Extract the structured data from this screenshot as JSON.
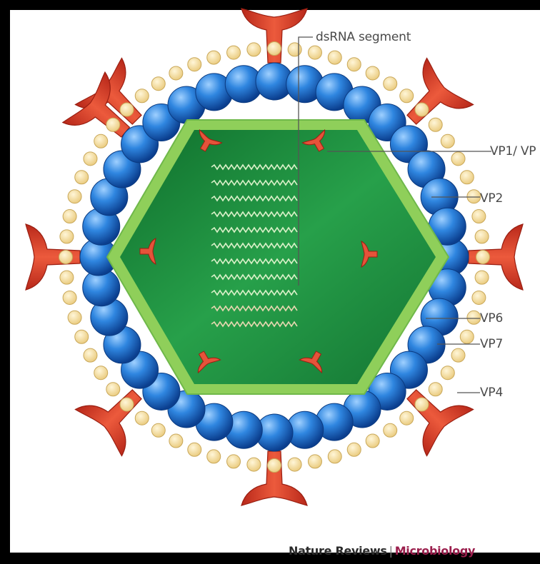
{
  "labels": {
    "dsrna": "dsRNA segment",
    "vp1": "VP1/ VP",
    "vp2": "VP2",
    "vp6": "VP6",
    "vp7": "VP7",
    "vp4": "VP4"
  },
  "credit": {
    "publisher": "Nature Reviews",
    "separator": "|",
    "journal": "Microbiology"
  },
  "colors": {
    "background": "#000000",
    "panel": "#ffffff",
    "vp7_beads": "#f3dc9c",
    "vp6_spheres": "#1e6fd0",
    "vp2_core_border": "#8fcf5a",
    "core_fill": "#1f8a3a",
    "spike_red": "#d9432a",
    "leader_line": "#555555",
    "journal_accent": "#9a1e4c"
  }
}
